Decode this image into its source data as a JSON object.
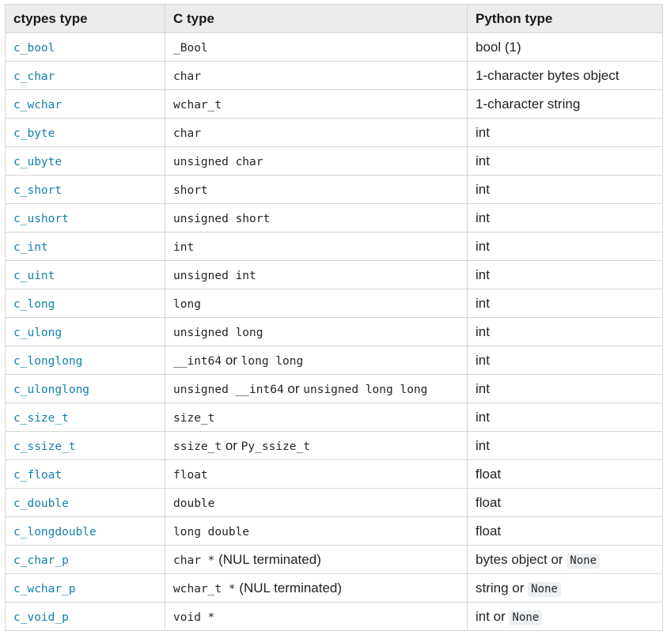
{
  "colors": {
    "link": "#1580ac",
    "header_bg": "#ececec",
    "border": "#d6d6d6",
    "text": "#222222",
    "code_chip_bg": "#edf0f2"
  },
  "table": {
    "headers": [
      {
        "label": "ctypes type"
      },
      {
        "label": "C type"
      },
      {
        "label": "Python type"
      }
    ],
    "rows": [
      {
        "ctypes": "c_bool",
        "c_type": [
          {
            "k": "code",
            "v": "_Bool"
          }
        ],
        "py_type": [
          {
            "k": "text",
            "v": "bool (1)"
          }
        ]
      },
      {
        "ctypes": "c_char",
        "c_type": [
          {
            "k": "code",
            "v": "char"
          }
        ],
        "py_type": [
          {
            "k": "text",
            "v": "1-character bytes object"
          }
        ]
      },
      {
        "ctypes": "c_wchar",
        "c_type": [
          {
            "k": "code",
            "v": "wchar_t"
          }
        ],
        "py_type": [
          {
            "k": "text",
            "v": "1-character string"
          }
        ]
      },
      {
        "ctypes": "c_byte",
        "c_type": [
          {
            "k": "code",
            "v": "char"
          }
        ],
        "py_type": [
          {
            "k": "text",
            "v": "int"
          }
        ]
      },
      {
        "ctypes": "c_ubyte",
        "c_type": [
          {
            "k": "code",
            "v": "unsigned char"
          }
        ],
        "py_type": [
          {
            "k": "text",
            "v": "int"
          }
        ]
      },
      {
        "ctypes": "c_short",
        "c_type": [
          {
            "k": "code",
            "v": "short"
          }
        ],
        "py_type": [
          {
            "k": "text",
            "v": "int"
          }
        ]
      },
      {
        "ctypes": "c_ushort",
        "c_type": [
          {
            "k": "code",
            "v": "unsigned short"
          }
        ],
        "py_type": [
          {
            "k": "text",
            "v": "int"
          }
        ]
      },
      {
        "ctypes": "c_int",
        "c_type": [
          {
            "k": "code",
            "v": "int"
          }
        ],
        "py_type": [
          {
            "k": "text",
            "v": "int"
          }
        ]
      },
      {
        "ctypes": "c_uint",
        "c_type": [
          {
            "k": "code",
            "v": "unsigned int"
          }
        ],
        "py_type": [
          {
            "k": "text",
            "v": "int"
          }
        ]
      },
      {
        "ctypes": "c_long",
        "c_type": [
          {
            "k": "code",
            "v": "long"
          }
        ],
        "py_type": [
          {
            "k": "text",
            "v": "int"
          }
        ]
      },
      {
        "ctypes": "c_ulong",
        "c_type": [
          {
            "k": "code",
            "v": "unsigned long"
          }
        ],
        "py_type": [
          {
            "k": "text",
            "v": "int"
          }
        ]
      },
      {
        "ctypes": "c_longlong",
        "c_type": [
          {
            "k": "code",
            "v": "__int64"
          },
          {
            "k": "text",
            "v": " or "
          },
          {
            "k": "code",
            "v": "long long"
          }
        ],
        "py_type": [
          {
            "k": "text",
            "v": "int"
          }
        ]
      },
      {
        "ctypes": "c_ulonglong",
        "c_type": [
          {
            "k": "code",
            "v": "unsigned __int64"
          },
          {
            "k": "text",
            "v": " or "
          },
          {
            "k": "code",
            "v": "unsigned long long"
          }
        ],
        "py_type": [
          {
            "k": "text",
            "v": "int"
          }
        ]
      },
      {
        "ctypes": "c_size_t",
        "c_type": [
          {
            "k": "code",
            "v": "size_t"
          }
        ],
        "py_type": [
          {
            "k": "text",
            "v": "int"
          }
        ]
      },
      {
        "ctypes": "c_ssize_t",
        "c_type": [
          {
            "k": "code",
            "v": "ssize_t"
          },
          {
            "k": "text",
            "v": " or "
          },
          {
            "k": "code",
            "v": "Py_ssize_t"
          }
        ],
        "py_type": [
          {
            "k": "text",
            "v": "int"
          }
        ]
      },
      {
        "ctypes": "c_float",
        "c_type": [
          {
            "k": "code",
            "v": "float"
          }
        ],
        "py_type": [
          {
            "k": "text",
            "v": "float"
          }
        ]
      },
      {
        "ctypes": "c_double",
        "c_type": [
          {
            "k": "code",
            "v": "double"
          }
        ],
        "py_type": [
          {
            "k": "text",
            "v": "float"
          }
        ]
      },
      {
        "ctypes": "c_longdouble",
        "c_type": [
          {
            "k": "code",
            "v": "long double"
          }
        ],
        "py_type": [
          {
            "k": "text",
            "v": "float"
          }
        ]
      },
      {
        "ctypes": "c_char_p",
        "c_type": [
          {
            "k": "code",
            "v": "char *"
          },
          {
            "k": "text",
            "v": " (NUL terminated)"
          }
        ],
        "py_type": [
          {
            "k": "text",
            "v": "bytes object or "
          },
          {
            "k": "chip",
            "v": "None"
          }
        ]
      },
      {
        "ctypes": "c_wchar_p",
        "c_type": [
          {
            "k": "code",
            "v": "wchar_t *"
          },
          {
            "k": "text",
            "v": " (NUL terminated)"
          }
        ],
        "py_type": [
          {
            "k": "text",
            "v": "string or "
          },
          {
            "k": "chip",
            "v": "None"
          }
        ]
      },
      {
        "ctypes": "c_void_p",
        "c_type": [
          {
            "k": "code",
            "v": "void *"
          }
        ],
        "py_type": [
          {
            "k": "text",
            "v": "int or "
          },
          {
            "k": "chip",
            "v": "None"
          }
        ]
      }
    ]
  }
}
